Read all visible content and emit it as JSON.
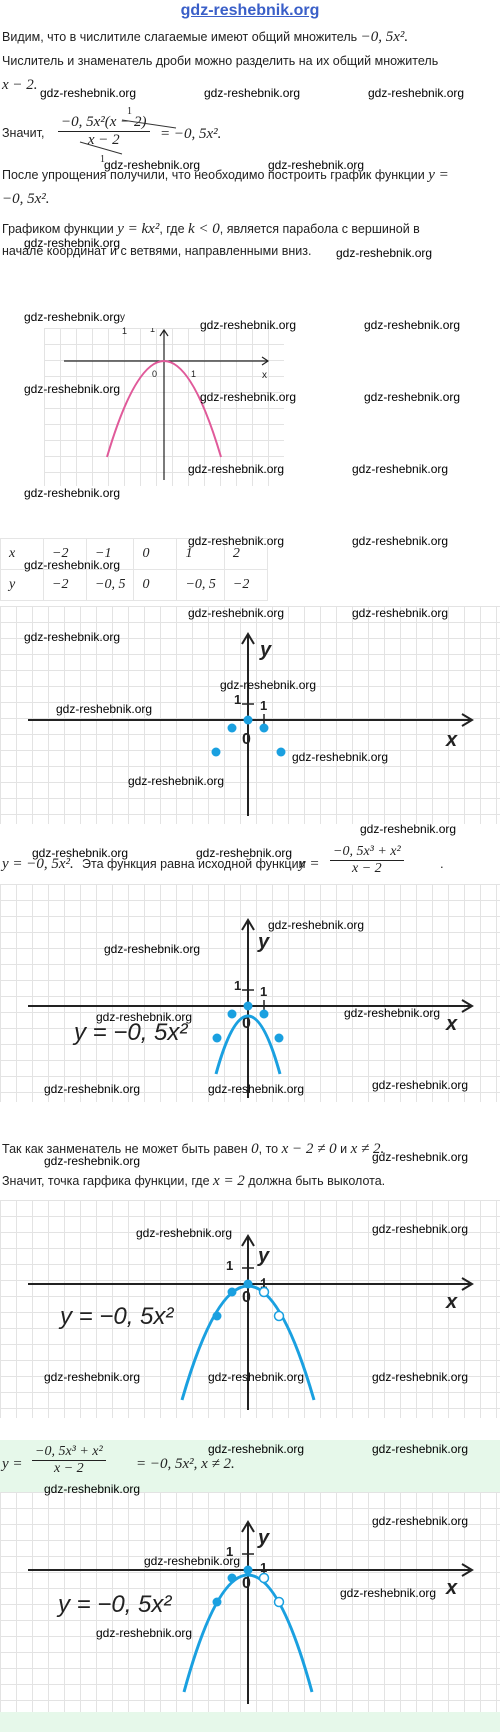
{
  "header": {
    "link": "gdz-reshebnik.org"
  },
  "watermark": "gdz-reshebnik.org",
  "text": {
    "p1a": "Видим, что в числитиле слагаемые имеют общий множитель ",
    "p1m": "−0, 5x².",
    "p2": "Числитель и знаменатель дроби можно разделить на их общий множитель",
    "p2m": "x − 2.",
    "p3a": "Значит,",
    "p3num": "−0, 5x²(x − 2)",
    "p3den": "x − 2",
    "p3rest": "= −0, 5x².",
    "p3one_top": "1",
    "p3one_bot": "1",
    "p4": "После упрощения получили, что необходимо построить график функции",
    "p4m1": "y =",
    "p4m2": "−0, 5x².",
    "p5a": "Графиком функции ",
    "p5m1": "y = kx²",
    "p5b": ", где ",
    "p5m2": "k < 0",
    "p5c": ", является парабола с вершиной в",
    "p6": "начале координат и с ветвями, направленными вниз.",
    "p7a": "y = −0, 5x².",
    "p7b": " Эта функция равна исходной функции ",
    "p7m": "y =",
    "p7num": "−0, 5x³ + x²",
    "p7den": "x − 2",
    "p7end": ".",
    "p8a": "Так как занменатель не может быть равен ",
    "p8m1": "0",
    "p8b": ", то ",
    "p8m2": "x − 2 ≠ 0",
    "p8c": " и ",
    "p8m3": "x ≠ 2.",
    "p9a": "Значит, точка гарфика функции, где ",
    "p9m": "x = 2",
    "p9b": " должна быть выколота.",
    "p10a": "y =",
    "p10num": "−0, 5x³ + x²",
    "p10den": "x − 2",
    "p10rest": "= −0, 5x², x ≠ 2."
  },
  "graph1": {
    "y_label": "y",
    "x_label": "x",
    "y_tick": "1",
    "x_tick": "1",
    "origin": "0",
    "curve_color": "#e05a9a"
  },
  "table": {
    "rows": [
      [
        "x",
        "−2",
        "−1",
        "0",
        "1",
        "2"
      ],
      [
        "y",
        "−2",
        "−0, 5",
        "0",
        "−0, 5",
        "−2"
      ]
    ]
  },
  "plots": {
    "y_label": "y",
    "x_label": "x",
    "tick_y": "1",
    "tick_x": "1",
    "origin": "0",
    "formula": "y = −0, 5x²",
    "point_color": "#1aa0e0",
    "curve_color": "#1aa0e0"
  }
}
